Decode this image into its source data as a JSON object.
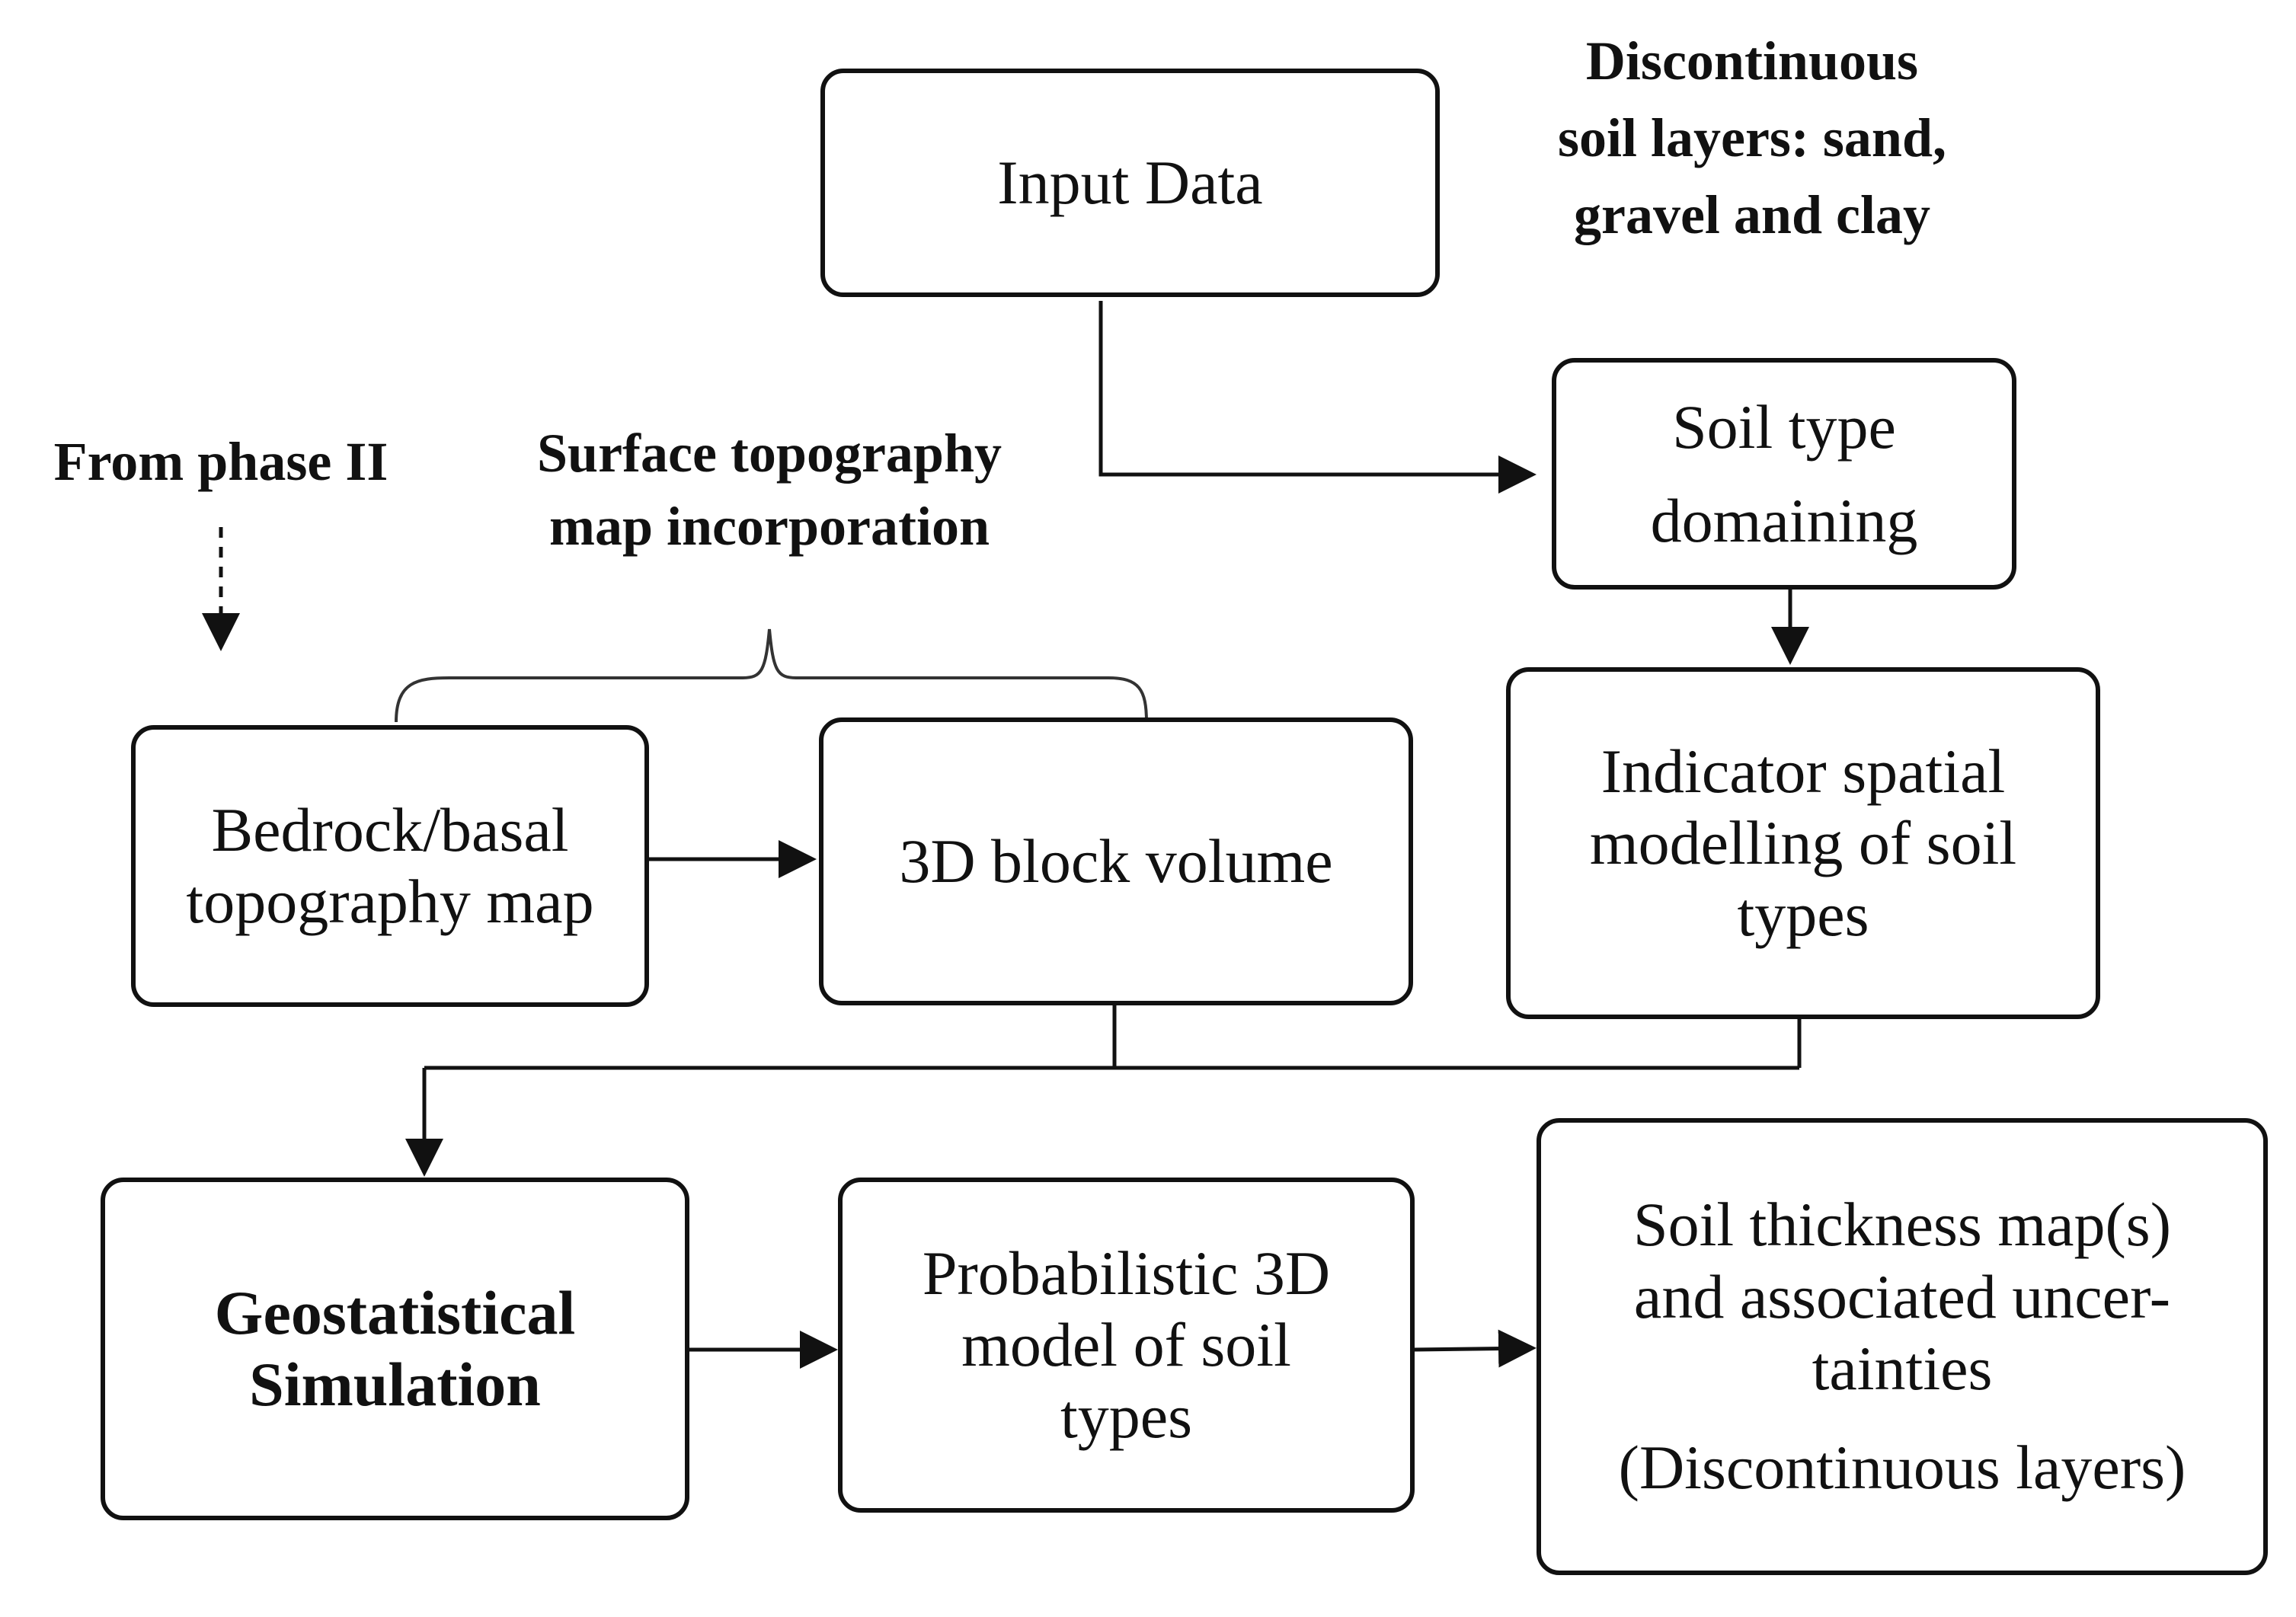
{
  "diagram": {
    "nodes": {
      "input_data": [
        "Input Data"
      ],
      "soil_type_domaining": [
        "Soil type",
        "domaining"
      ],
      "indicator_modelling": [
        "Indicator spatial",
        "modelling of soil",
        "types"
      ],
      "bedrock_map": [
        "Bedrock/basal",
        "topography map"
      ],
      "block_volume": [
        "3D block volume"
      ],
      "geostatistical_simulation": [
        "Geostatistical",
        "Simulation"
      ],
      "probabilistic_model": [
        "Probabilistic 3D",
        "model of soil",
        "types"
      ],
      "soil_thickness": [
        "Soil thickness map(s)",
        "and associated uncer-",
        "tainties",
        "(Discontinuous layers)"
      ]
    },
    "annotations": {
      "discontinuous_soil": [
        "Discontinuous",
        "soil layers: sand,",
        "gravel and clay"
      ],
      "from_phase": "From phase II",
      "surface_topography": [
        "Surface topography",
        "map incorporation"
      ]
    },
    "colors": {
      "stroke": "#111111",
      "background": "#ffffff"
    }
  }
}
